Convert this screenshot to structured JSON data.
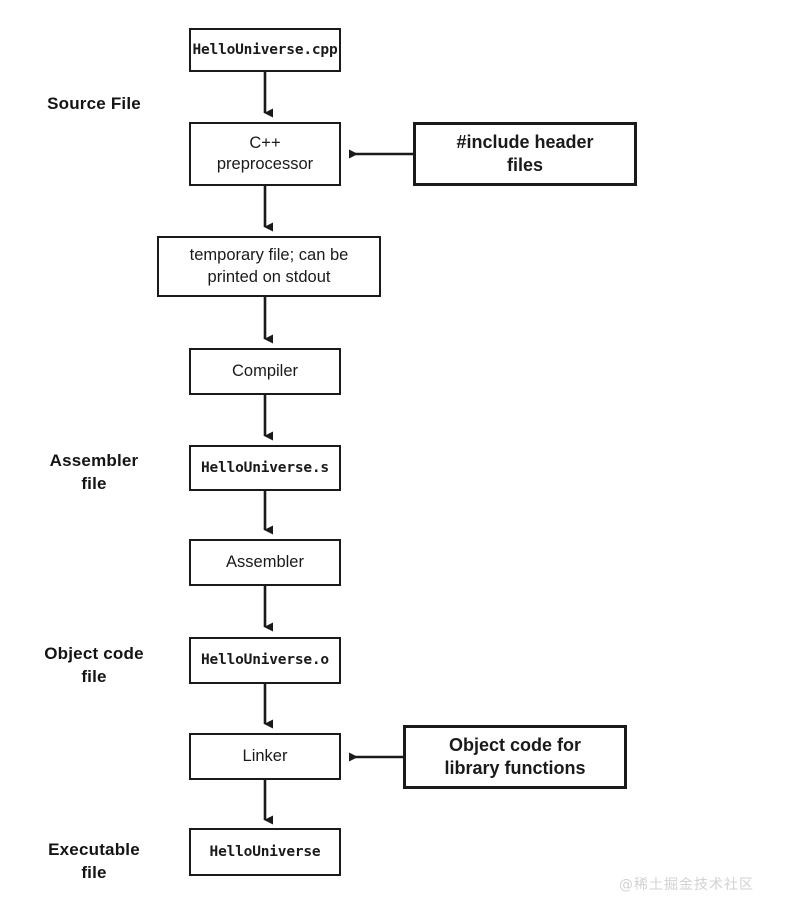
{
  "diagram": {
    "title": "C++ compilation pipeline",
    "background": "#ffffff",
    "stroke": "#1a1a1a",
    "watermark": "@稀土掘金技术社区"
  },
  "stage_labels": [
    {
      "id": "source-file",
      "text": "Source File"
    },
    {
      "id": "assembler-file",
      "text": "Assembler\nfile"
    },
    {
      "id": "object-code-file",
      "text": "Object code\nfile"
    },
    {
      "id": "executable-file",
      "text": "Executable\nfile"
    }
  ],
  "nodes": [
    {
      "id": "hellouniverse-cpp",
      "text": "HelloUniverse.cpp",
      "style": "mono"
    },
    {
      "id": "cpp-preprocessor",
      "text": "C++\npreprocessor",
      "style": "plain"
    },
    {
      "id": "include-header-files",
      "text": "#include header\nfiles",
      "style": "emph"
    },
    {
      "id": "temporary-file",
      "text": "temporary file; can be\nprinted on stdout",
      "style": "plain"
    },
    {
      "id": "compiler",
      "text": "Compiler",
      "style": "plain"
    },
    {
      "id": "hellouniverse-s",
      "text": "HelloUniverse.s",
      "style": "mono"
    },
    {
      "id": "assembler",
      "text": "Assembler",
      "style": "plain"
    },
    {
      "id": "hellouniverse-o",
      "text": "HelloUniverse.o",
      "style": "mono"
    },
    {
      "id": "linker",
      "text": "Linker",
      "style": "plain"
    },
    {
      "id": "object-code-library",
      "text": "Object code for\nlibrary functions",
      "style": "emph"
    },
    {
      "id": "hellouniverse-exe",
      "text": "HelloUniverse",
      "style": "mono"
    }
  ],
  "edges": [
    {
      "id": "cpp-to-preprocessor",
      "from": "hellouniverse-cpp",
      "to": "cpp-preprocessor",
      "direction": "down"
    },
    {
      "id": "headers-to-preprocessor",
      "from": "include-header-files",
      "to": "cpp-preprocessor",
      "direction": "left"
    },
    {
      "id": "preprocessor-to-temp",
      "from": "cpp-preprocessor",
      "to": "temporary-file",
      "direction": "down"
    },
    {
      "id": "temp-to-compiler",
      "from": "temporary-file",
      "to": "compiler",
      "direction": "down"
    },
    {
      "id": "compiler-to-s",
      "from": "compiler",
      "to": "hellouniverse-s",
      "direction": "down"
    },
    {
      "id": "s-to-assembler",
      "from": "hellouniverse-s",
      "to": "assembler",
      "direction": "down"
    },
    {
      "id": "assembler-to-o",
      "from": "assembler",
      "to": "hellouniverse-o",
      "direction": "down"
    },
    {
      "id": "o-to-linker",
      "from": "hellouniverse-o",
      "to": "linker",
      "direction": "down"
    },
    {
      "id": "library-to-linker",
      "from": "object-code-library",
      "to": "linker",
      "direction": "left"
    },
    {
      "id": "linker-to-executable",
      "from": "linker",
      "to": "hellouniverse-exe",
      "direction": "down"
    }
  ]
}
